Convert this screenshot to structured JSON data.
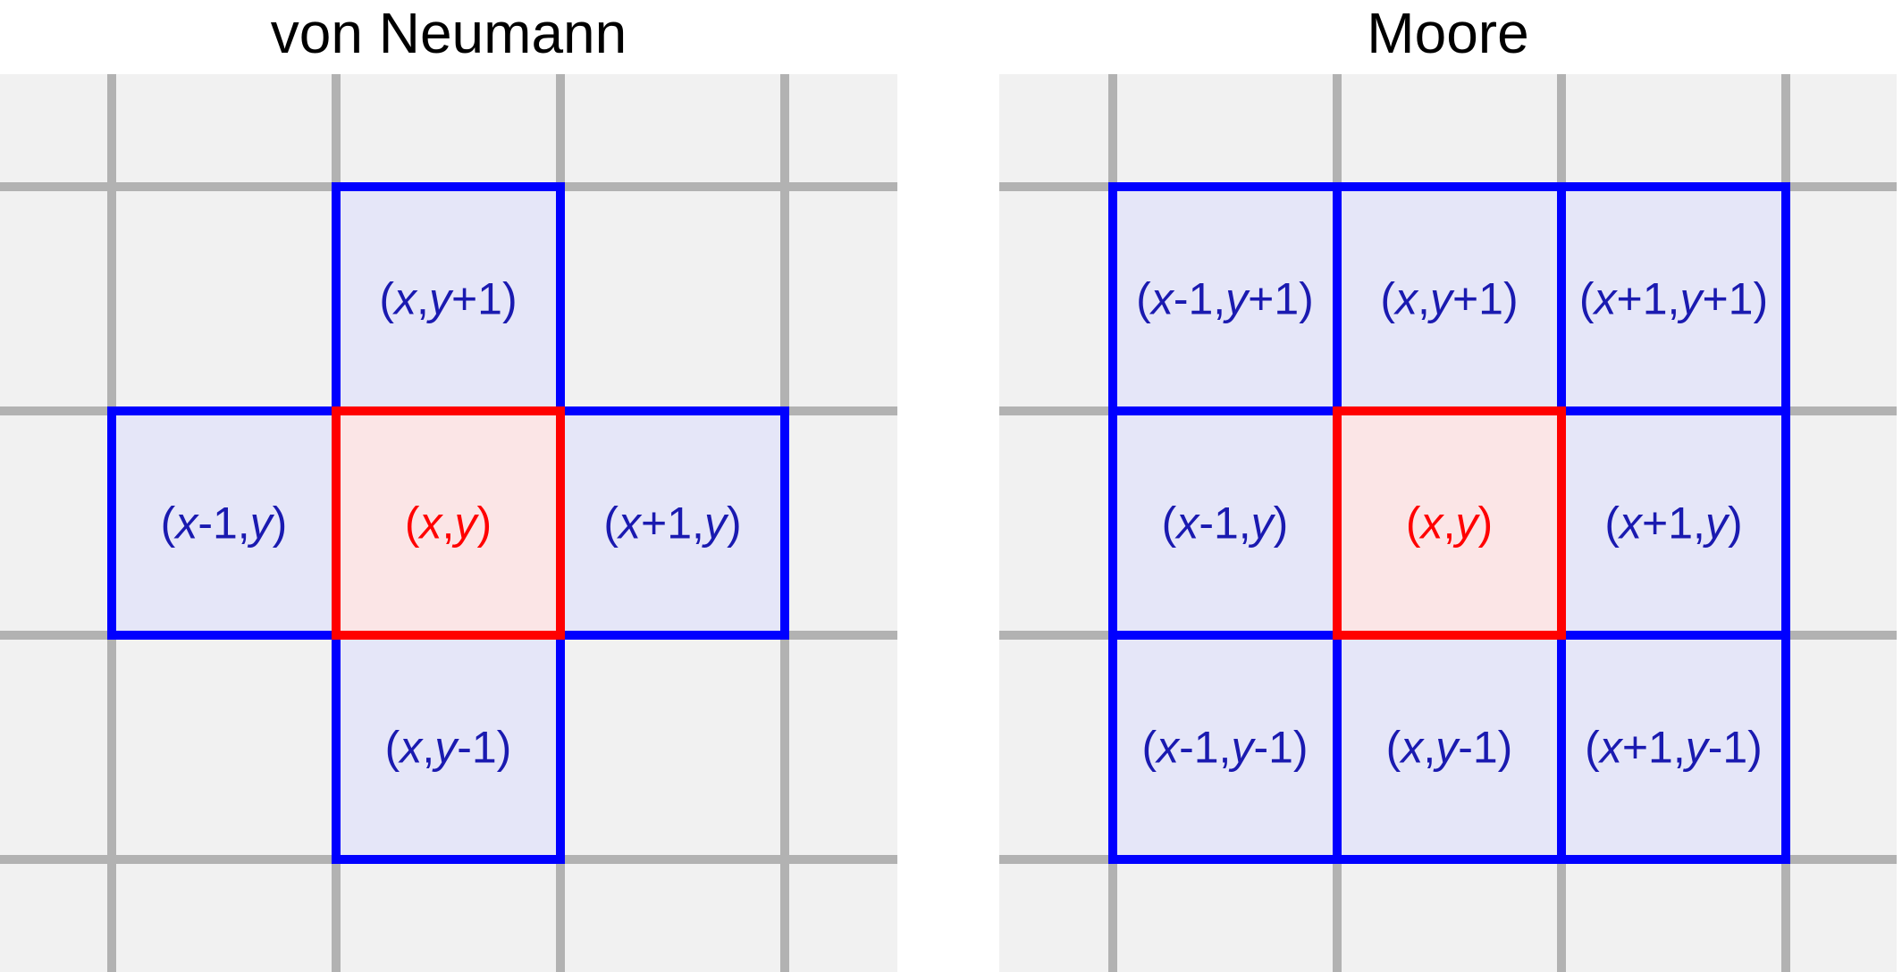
{
  "colors": {
    "grid_bg": "#f1f1f1",
    "grid_line": "#b2b2b2",
    "neighbor_fill": "#e5e6f8",
    "neighbor_stroke": "#0000ff",
    "neighbor_text": "#1a1ab0",
    "center_fill": "#fbe5e6",
    "center_stroke": "#ff0000",
    "center_text": "#ff0000"
  },
  "panels": [
    {
      "id": "von-neumann",
      "title": "von Neumann",
      "cells": [
        {
          "col": 1,
          "row": -1,
          "parts": [
            "(",
            "x",
            ",",
            "y",
            "+1)"
          ],
          "role": "neighbor"
        },
        {
          "col": 0,
          "row": 0,
          "parts": [
            "(",
            "x",
            "-1,",
            "y",
            ")"
          ],
          "role": "neighbor"
        },
        {
          "col": 2,
          "row": 0,
          "parts": [
            "(",
            "x",
            "+1,",
            "y",
            ")"
          ],
          "role": "neighbor"
        },
        {
          "col": 1,
          "row": 1,
          "parts": [
            "(",
            "x",
            ",",
            "y",
            "-1)"
          ],
          "role": "neighbor"
        },
        {
          "col": 1,
          "row": 0,
          "parts": [
            "(",
            "x",
            ",",
            "y",
            ")"
          ],
          "role": "center"
        }
      ]
    },
    {
      "id": "moore",
      "title": "Moore",
      "cells": [
        {
          "col": 0,
          "row": -1,
          "parts": [
            "(",
            "x",
            "-1,",
            "y",
            "+1)"
          ],
          "role": "neighbor"
        },
        {
          "col": 1,
          "row": -1,
          "parts": [
            "(",
            "x",
            ",",
            "y",
            "+1)"
          ],
          "role": "neighbor"
        },
        {
          "col": 2,
          "row": -1,
          "parts": [
            "(",
            "x",
            "+1,",
            "y",
            "+1)"
          ],
          "role": "neighbor"
        },
        {
          "col": 0,
          "row": 0,
          "parts": [
            "(",
            "x",
            "-1,",
            "y",
            ")"
          ],
          "role": "neighbor"
        },
        {
          "col": 2,
          "row": 0,
          "parts": [
            "(",
            "x",
            "+1,",
            "y",
            ")"
          ],
          "role": "neighbor"
        },
        {
          "col": 0,
          "row": 1,
          "parts": [
            "(",
            "x",
            "-1,",
            "y",
            "-1)"
          ],
          "role": "neighbor"
        },
        {
          "col": 1,
          "row": 1,
          "parts": [
            "(",
            "x",
            ",",
            "y",
            "-1)"
          ],
          "role": "neighbor"
        },
        {
          "col": 2,
          "row": 1,
          "parts": [
            "(",
            "x",
            "+1,",
            "y",
            "-1)"
          ],
          "role": "neighbor"
        },
        {
          "col": 1,
          "row": 0,
          "parts": [
            "(",
            "x",
            ",",
            "y",
            ")"
          ],
          "role": "center"
        }
      ]
    }
  ]
}
